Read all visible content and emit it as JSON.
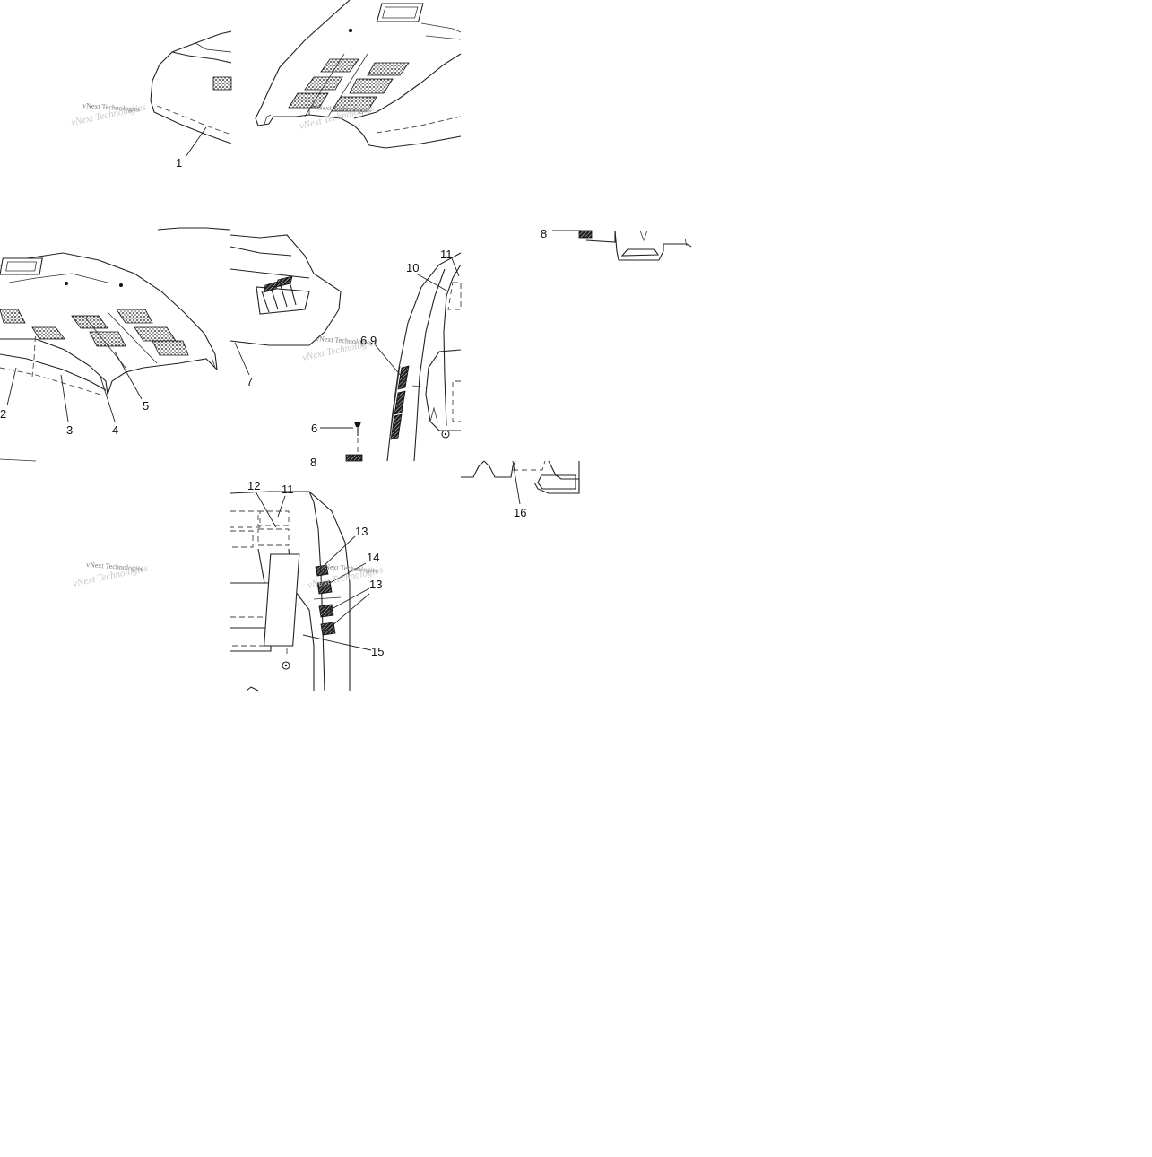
{
  "diagram": {
    "callouts": [
      {
        "id": "c1",
        "text": "1"
      },
      {
        "id": "c2",
        "text": "2"
      },
      {
        "id": "c3",
        "text": "3"
      },
      {
        "id": "c4",
        "text": "4"
      },
      {
        "id": "c5",
        "text": "5"
      },
      {
        "id": "c6a",
        "text": "6"
      },
      {
        "id": "c6b",
        "text": "6"
      },
      {
        "id": "c7",
        "text": "7"
      },
      {
        "id": "c8a",
        "text": "8"
      },
      {
        "id": "c8b",
        "text": "8"
      },
      {
        "id": "c9",
        "text": "9"
      },
      {
        "id": "c10",
        "text": "10"
      },
      {
        "id": "c11a",
        "text": "11"
      },
      {
        "id": "c11b",
        "text": "11"
      },
      {
        "id": "c12",
        "text": "12"
      },
      {
        "id": "c13a",
        "text": "13"
      },
      {
        "id": "c13b",
        "text": "13"
      },
      {
        "id": "c14",
        "text": "14"
      },
      {
        "id": "c15",
        "text": "15"
      },
      {
        "id": "c16",
        "text": "16"
      }
    ],
    "watermark": "vNext Technologies"
  }
}
